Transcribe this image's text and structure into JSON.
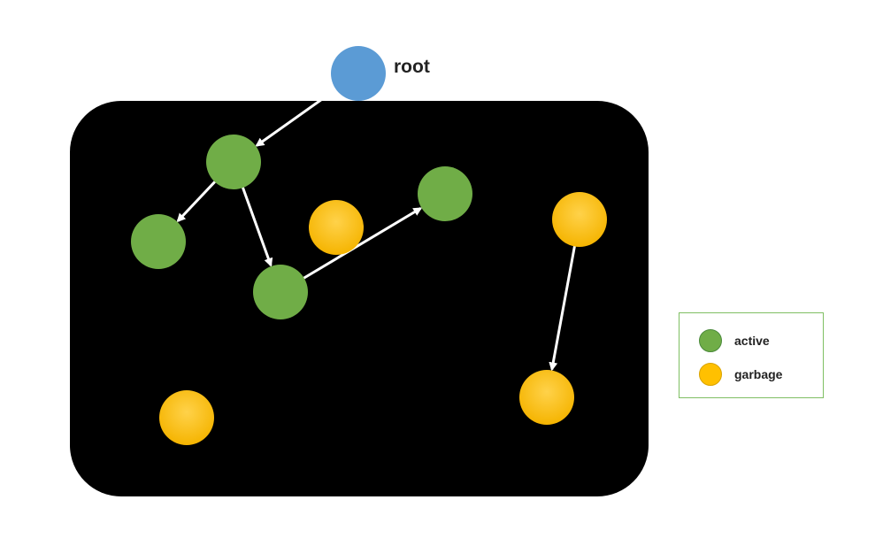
{
  "colors": {
    "root": "#5b9bd5",
    "active": "#70ad47",
    "garbage": "#ffc000",
    "heap": "#000000",
    "arrow": "#ffffff"
  },
  "root_label": "root",
  "nodes": [
    {
      "id": "root",
      "kind": "root"
    },
    {
      "id": "a1",
      "kind": "active"
    },
    {
      "id": "a2",
      "kind": "active"
    },
    {
      "id": "a3",
      "kind": "active"
    },
    {
      "id": "a4",
      "kind": "active"
    },
    {
      "id": "g1",
      "kind": "garbage"
    },
    {
      "id": "g2",
      "kind": "garbage"
    },
    {
      "id": "g3",
      "kind": "garbage"
    },
    {
      "id": "g4",
      "kind": "garbage"
    }
  ],
  "edges": [
    {
      "from": "root",
      "to": "a1"
    },
    {
      "from": "a1",
      "to": "a2"
    },
    {
      "from": "a1",
      "to": "a3"
    },
    {
      "from": "a3",
      "to": "a4"
    },
    {
      "from": "g2",
      "to": "g3"
    }
  ],
  "legend": {
    "items": [
      {
        "label": "active",
        "kind": "active"
      },
      {
        "label": "garbage",
        "kind": "garbage"
      }
    ]
  }
}
